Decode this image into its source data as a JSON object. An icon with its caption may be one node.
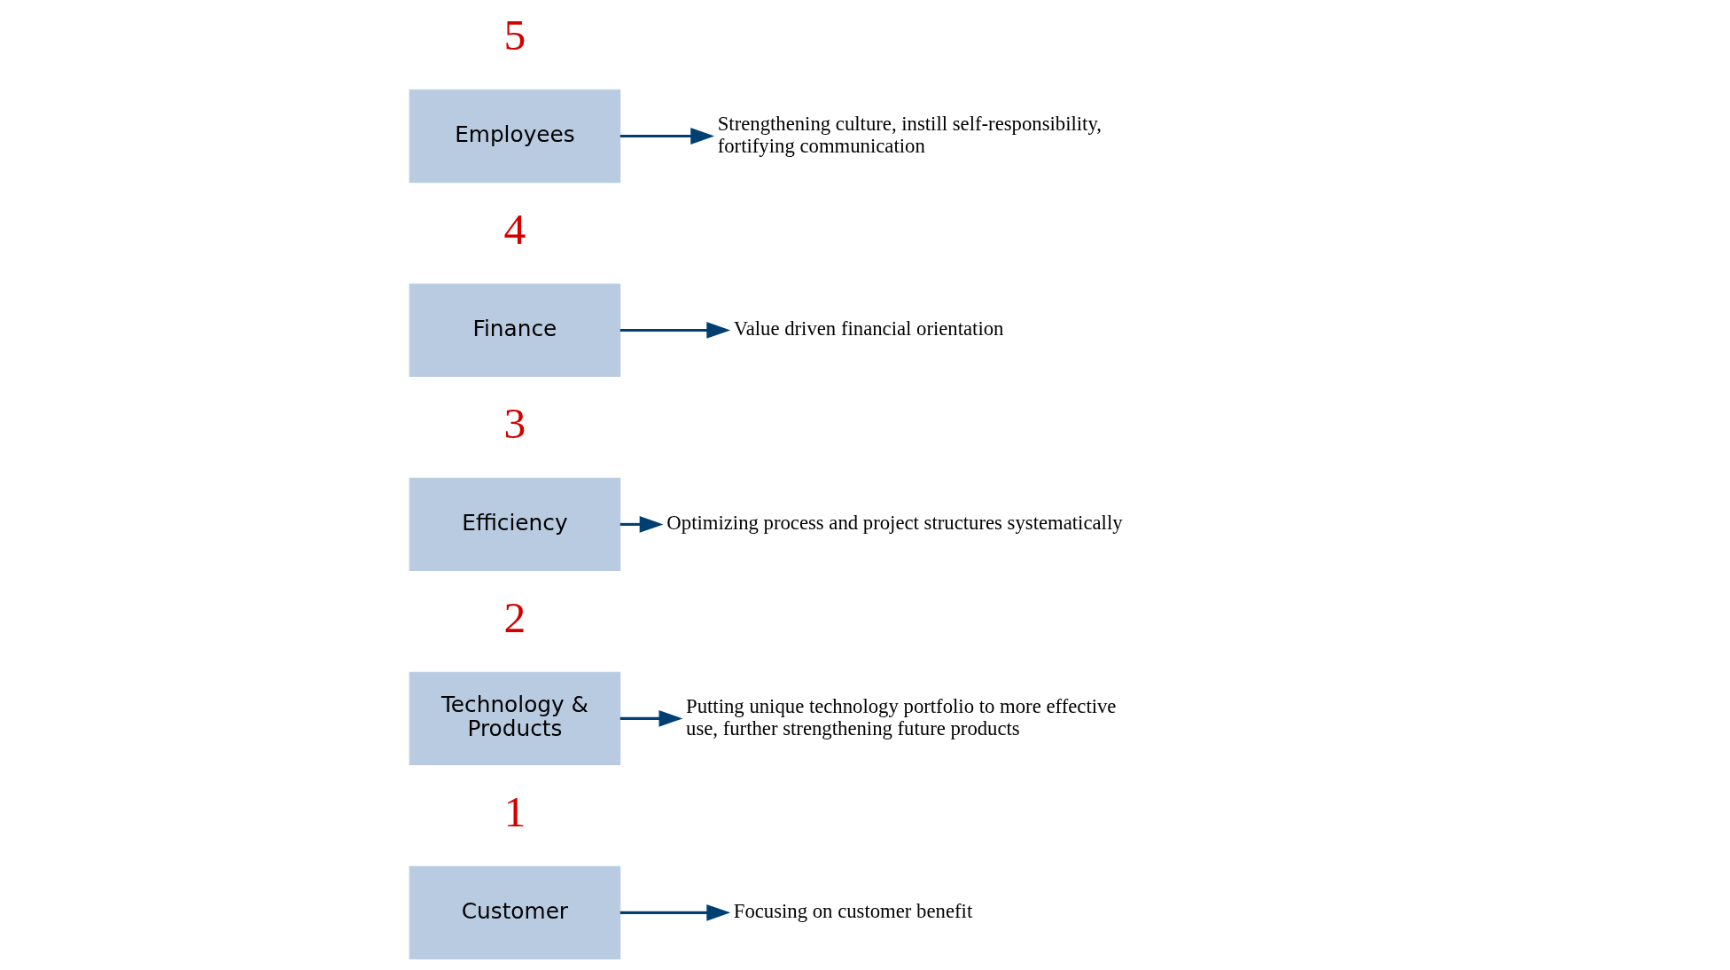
{
  "diagram": {
    "nodes": [
      {
        "text": [
          "Customer"
        ],
        "beside": [
          "1"
        ]
      },
      {
        "text": [
          "Focusing on customer benefit"
        ]
      },
      {
        "text": [
          "Technology & Products"
        ],
        "beside": [
          "2"
        ]
      },
      {
        "text": [
          "Putting unique technology portfolio to more effective use, further strengthening future products"
        ]
      },
      {
        "text": [
          "Efficiency"
        ],
        "beside": [
          "3"
        ]
      },
      {
        "text": [
          "Optimizing process and project structures systematically"
        ]
      },
      {
        "text": [
          "Finance"
        ],
        "beside": [
          "4"
        ]
      },
      {
        "text": [
          "Value driven financial orientation"
        ]
      },
      {
        "text": [
          "Employees"
        ],
        "beside": [
          "5"
        ]
      },
      {
        "text": [
          "Strengthening culture, instill self-responsibility, fortifying communication"
        ]
      }
    ],
    "edges": [
      {
        "from": 0,
        "to": 1,
        "arrow": "to"
      },
      {
        "from": 2,
        "to": 3,
        "arrow": "to"
      },
      {
        "from": 4,
        "to": 5,
        "arrow": "to"
      },
      {
        "from": 6,
        "to": 7,
        "arrow": "to"
      },
      {
        "from": 8,
        "to": 9,
        "arrow": "to"
      }
    ]
  }
}
